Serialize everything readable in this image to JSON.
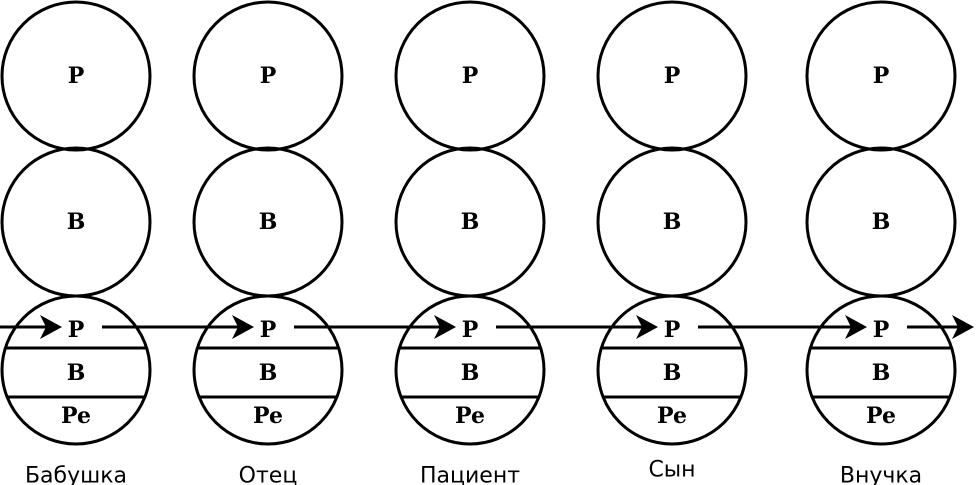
{
  "labels": {
    "top": "P",
    "middle": "B",
    "bottom_rows": [
      "P",
      "B",
      "Pe"
    ]
  },
  "generations": [
    {
      "name": "Бабушка"
    },
    {
      "name": "Отец"
    },
    {
      "name": "Пациент"
    },
    {
      "name": "Сын"
    },
    {
      "name": "Внучка"
    }
  ],
  "colors": {
    "stroke": "#000000",
    "background": "#ffffff"
  }
}
